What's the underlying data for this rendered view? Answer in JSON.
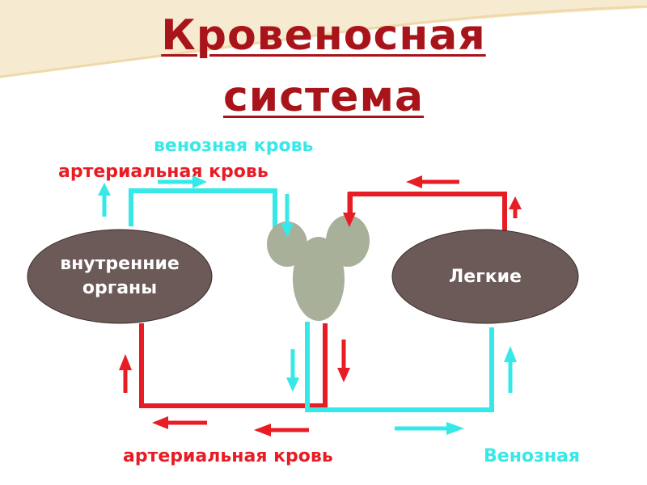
{
  "title": {
    "line1": "Кровеносная",
    "line2": "система"
  },
  "labels": {
    "top_venous": "венозная кровь",
    "top_arterial": "артериальная кровь",
    "bottom_arterial": "артериальная кровь",
    "bottom_venous": "Венозная"
  },
  "organs": {
    "left_line1": "внутренние",
    "left_line2": "органы",
    "right": "Легкие"
  },
  "colors": {
    "title": "#a8141a",
    "artery": "#e81c24",
    "vein": "#37e8e8",
    "organ_fill": "#6b5a57",
    "heart_fill": "#a8b09a"
  }
}
